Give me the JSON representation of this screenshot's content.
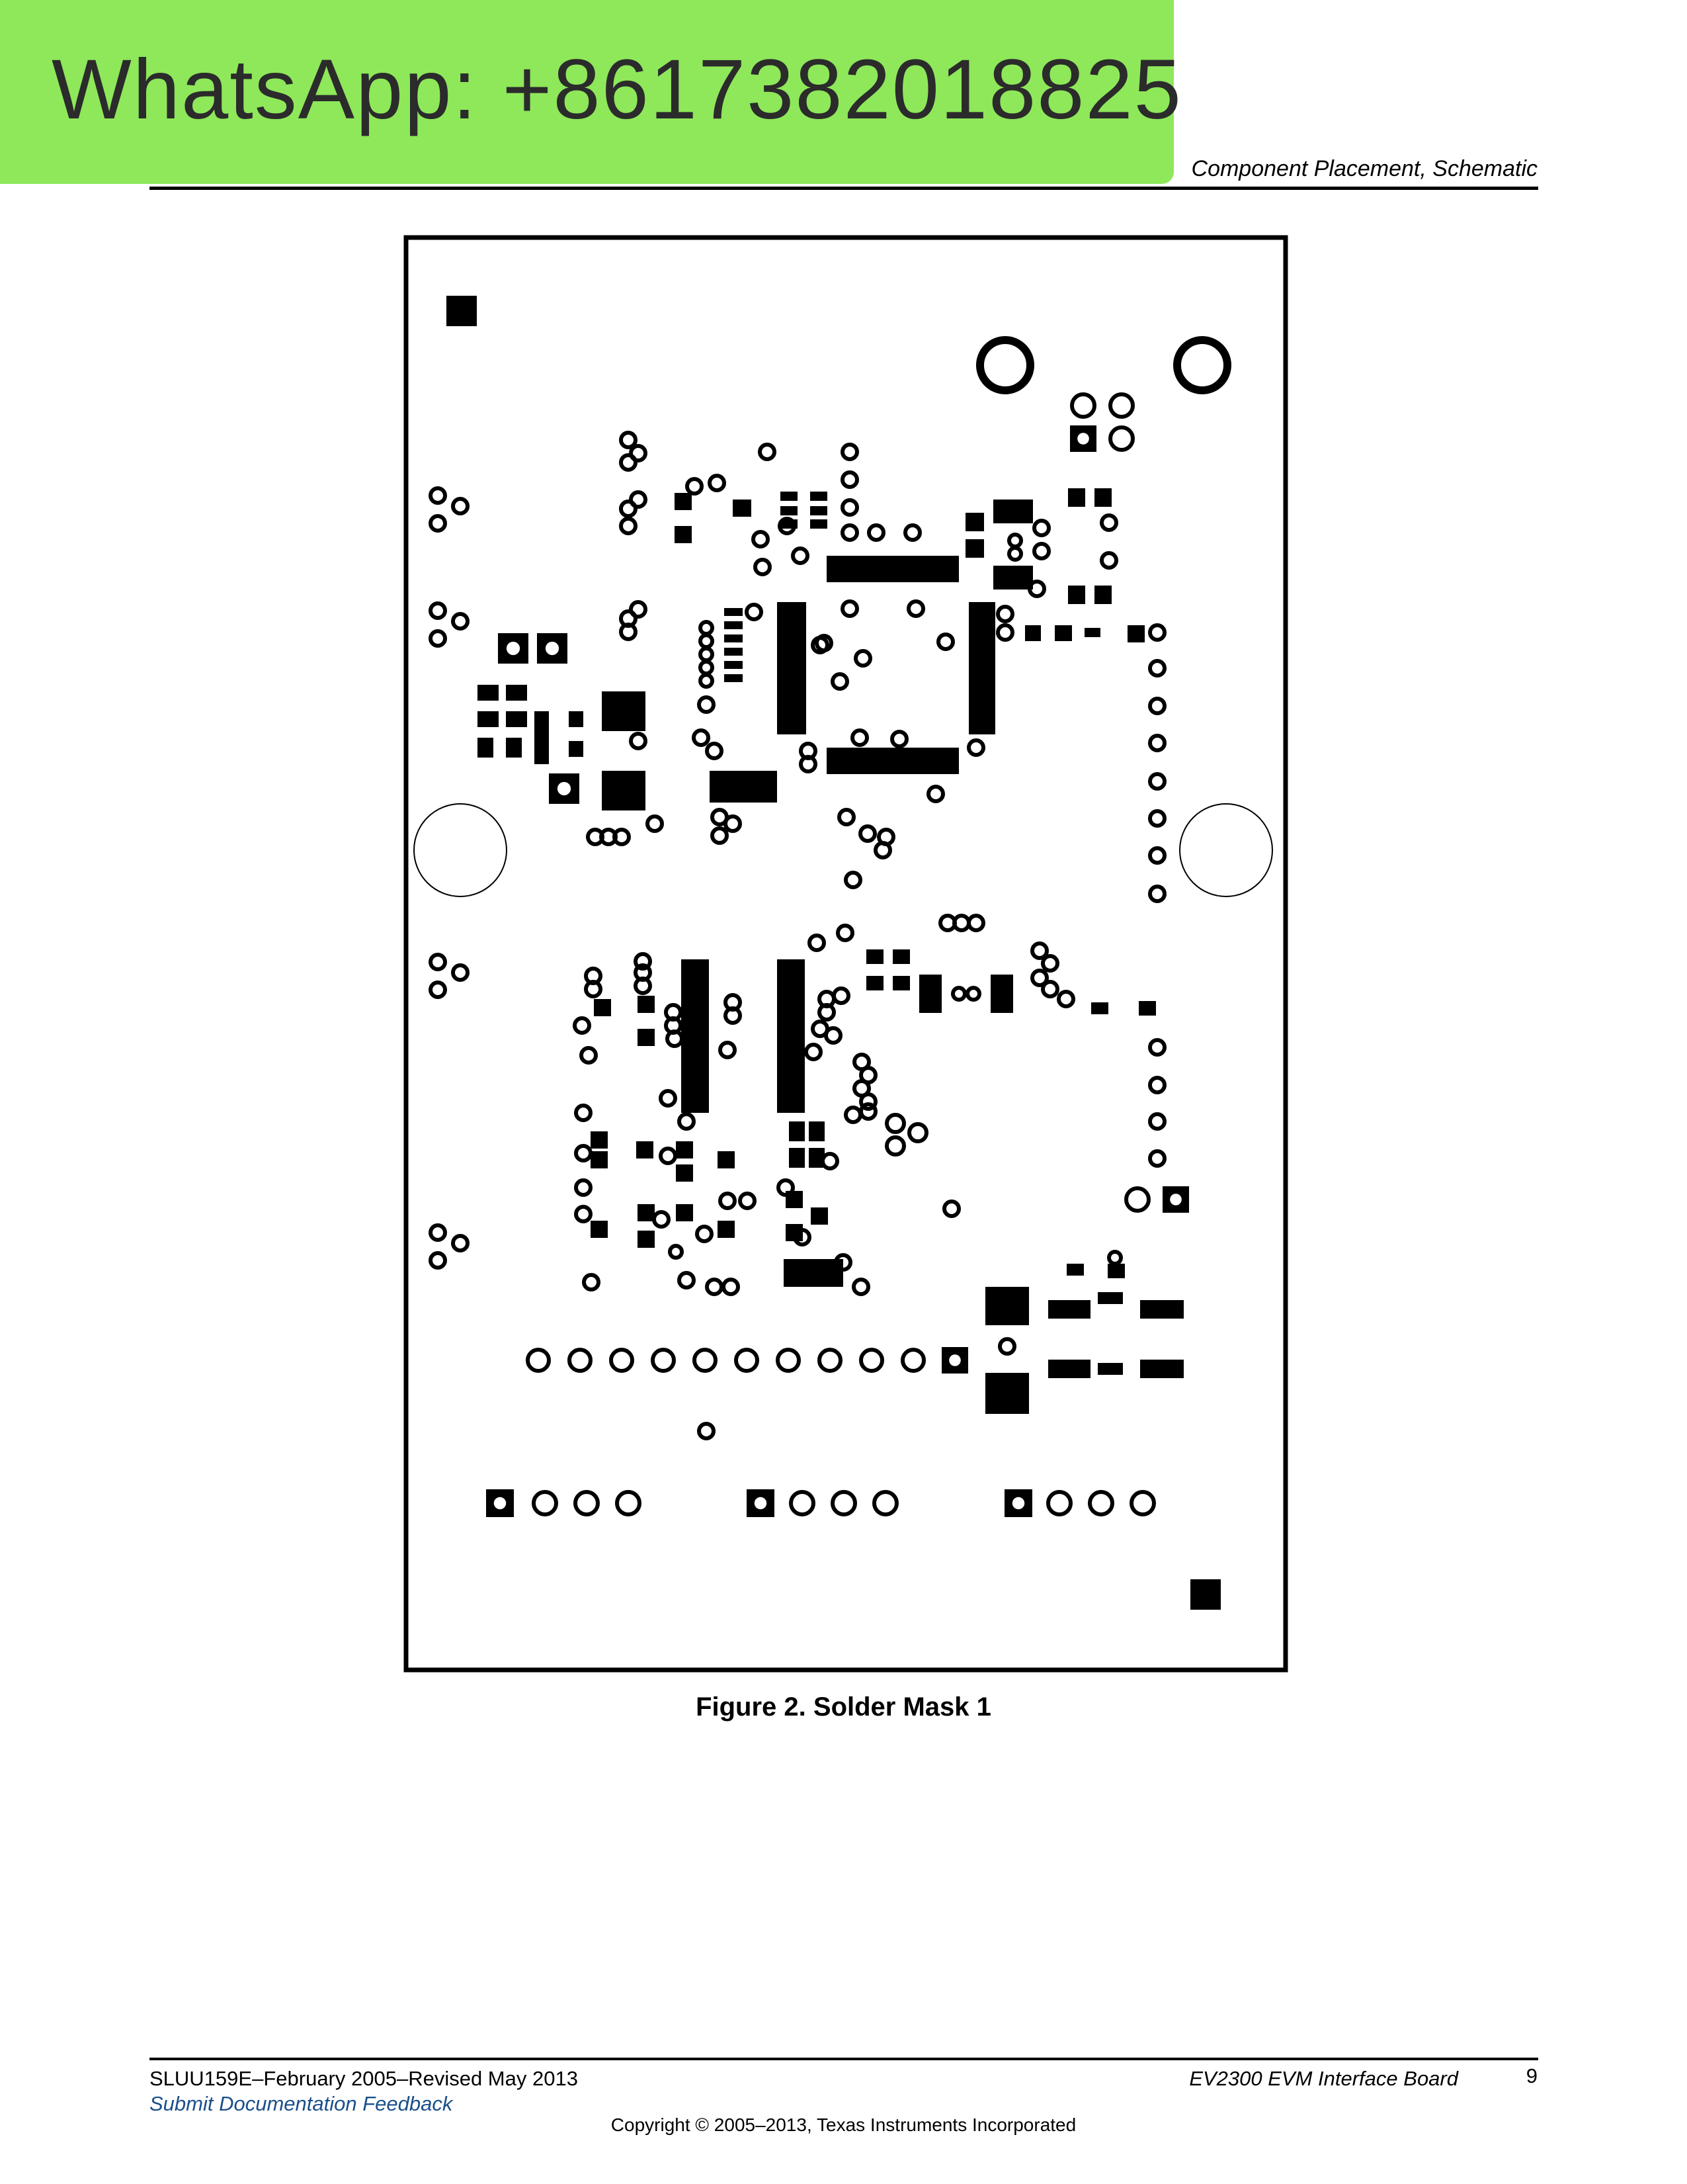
{
  "watermark": {
    "text": "WhatsApp: +8617382018825",
    "background": "#8ee85a"
  },
  "header": {
    "section_title": "Component Placement, Schematic"
  },
  "figure": {
    "caption": "Figure 2. Solder Mask 1"
  },
  "footer": {
    "document_id": "SLUU159E–February 2005–Revised May 2013",
    "feedback_link": "Submit Documentation Feedback",
    "board_name": "EV2300 EVM Interface Board",
    "page_number": "9",
    "copyright": "Copyright © 2005–2013, Texas Instruments Incorporated"
  },
  "colors": {
    "ink": "#000000",
    "paper": "#ffffff",
    "link": "#1a4f8b"
  }
}
